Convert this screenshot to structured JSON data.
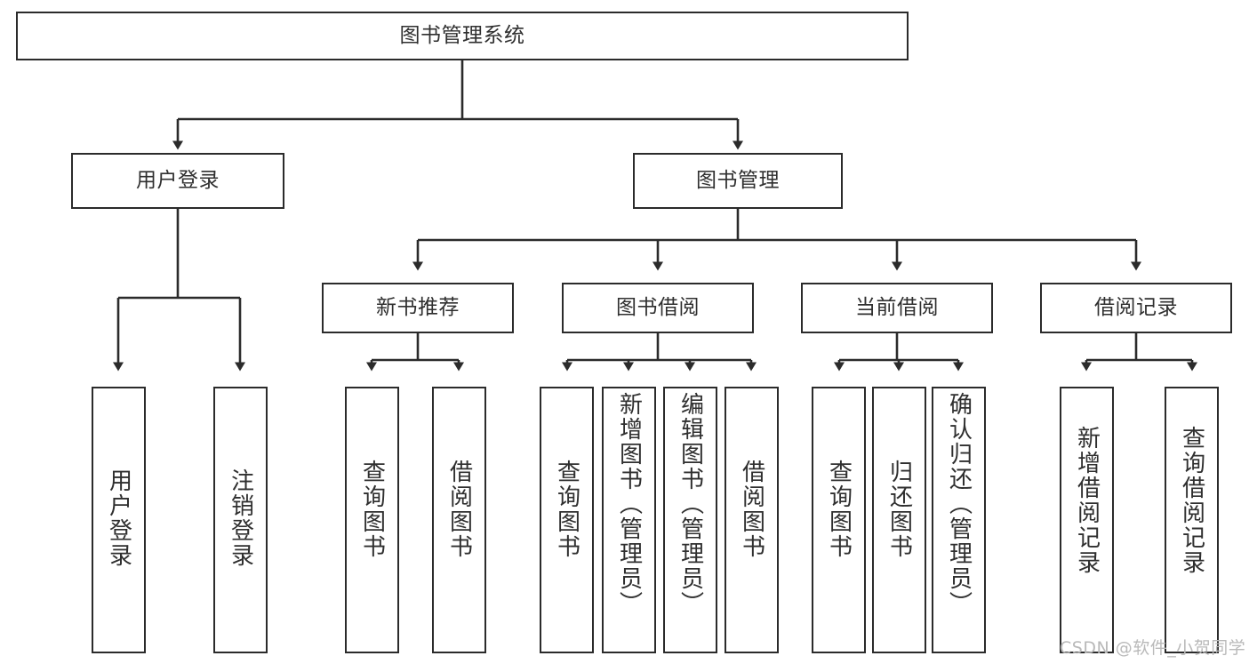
{
  "diagram": {
    "type": "tree",
    "title": "图书管理系统",
    "orientation": "top-down",
    "colors": {
      "box_border": "#2b2b2b",
      "box_fill": "#ffffff",
      "connector": "#2b2b2b",
      "text": "#2f2f2f",
      "background": "#ffffff",
      "watermark": "#b9b9b9"
    },
    "root": {
      "label": "图书管理系统"
    },
    "level2": [
      {
        "label": "用户登录"
      },
      {
        "label": "图书管理"
      }
    ],
    "level3": [
      {
        "label": "新书推荐"
      },
      {
        "label": "图书借阅"
      },
      {
        "label": "当前借阅"
      },
      {
        "label": "借阅记录"
      }
    ],
    "leaves": {
      "user_login": [
        {
          "label": "用户登录"
        },
        {
          "label": "注销登录"
        }
      ],
      "new_book_recommend": [
        {
          "label": "查询图书"
        },
        {
          "label": "借阅图书"
        }
      ],
      "book_borrow": [
        {
          "label": "查询图书"
        },
        {
          "label": "新增图书（管理员）"
        },
        {
          "label": "编辑图书（管理员）"
        },
        {
          "label": "借阅图书"
        }
      ],
      "current_borrow": [
        {
          "label": "查询图书"
        },
        {
          "label": "归还图书"
        },
        {
          "label": "确认归还（管理员）"
        }
      ],
      "borrow_record": [
        {
          "label": "新增借阅记录"
        },
        {
          "label": "查询借阅记录"
        }
      ]
    }
  },
  "watermark": {
    "text": "CSDN @软件_小贺同学"
  }
}
